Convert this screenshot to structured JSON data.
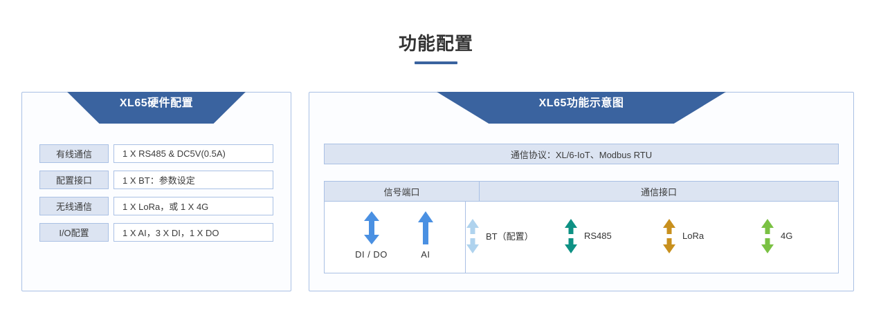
{
  "page": {
    "title": "功能配置"
  },
  "left_panel": {
    "banner_title": "XL65硬件配置",
    "rows": [
      {
        "label": "有线通信",
        "value": "1 X RS485 & DC5V(0.5A)"
      },
      {
        "label": "配置接口",
        "value": "1 X BT：参数设定"
      },
      {
        "label": "无线通信",
        "value": "1 X LoRa，或 1 X 4G"
      },
      {
        "label": "I/O配置",
        "value": "1 X AI，3 X DI，1 X DO"
      }
    ]
  },
  "right_panel": {
    "banner_title": "XL65功能示意图",
    "protocol": "通信协议：XL/6-IoT、Modbus RTU",
    "table": {
      "headers": [
        "信号端口",
        "通信接口"
      ],
      "signal_ports": [
        {
          "label": "DI / DO",
          "icon": "double-arrow-up-down-icon",
          "color": "#4A90E2"
        },
        {
          "label": "AI",
          "icon": "arrow-up-icon",
          "color": "#4A90E2"
        }
      ],
      "comm_ports": [
        {
          "label": "BT（配置）",
          "icon": "split-arrow-up-down-icon",
          "color": "#AFD3EE"
        },
        {
          "label": "RS485",
          "icon": "split-arrow-up-down-icon",
          "color": "#0E9184"
        },
        {
          "label": "LoRa",
          "icon": "split-arrow-up-down-icon",
          "color": "#C8901E"
        },
        {
          "label": "4G",
          "icon": "split-arrow-up-down-icon",
          "color": "#7AC143"
        }
      ]
    }
  },
  "colors": {
    "banner_blue": "#3A639F",
    "border_blue": "#A9C0E4",
    "cell_fill": "#DCE4F2",
    "panel_bg": "#FCFDFF"
  }
}
